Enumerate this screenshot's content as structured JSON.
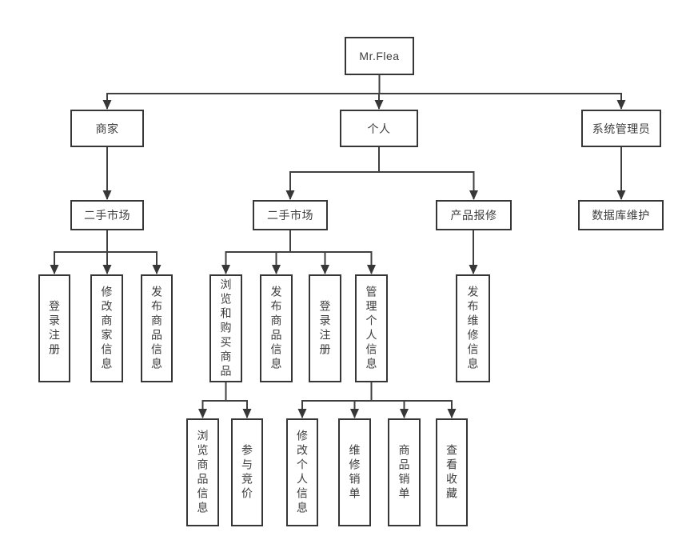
{
  "diagram": {
    "type": "tree",
    "background_color": "#ffffff",
    "line_color": "#404040",
    "box_border_color": "#363636",
    "text_color": "#3d3d3d",
    "root": {
      "label": "Mr.Flea",
      "children": [
        {
          "label": "商家",
          "children": [
            {
              "label": "二手市场",
              "children": [
                {
                  "label": "登录注册"
                },
                {
                  "label": "修改商家信息"
                },
                {
                  "label": "发布商品信息"
                }
              ]
            }
          ]
        },
        {
          "label": "个人",
          "children": [
            {
              "label": "二手市场",
              "children": [
                {
                  "label": "浏览和购买商品",
                  "children": [
                    {
                      "label": "浏览商品信息"
                    },
                    {
                      "label": "参与竞价"
                    }
                  ]
                },
                {
                  "label": "发布商品信息"
                },
                {
                  "label": "登录注册"
                },
                {
                  "label": "管理个人信息",
                  "children": [
                    {
                      "label": "修改个人信息"
                    },
                    {
                      "label": "维修销单"
                    },
                    {
                      "label": "商品销单"
                    },
                    {
                      "label": "查看收藏"
                    }
                  ]
                }
              ]
            },
            {
              "label": "产品报修",
              "children": [
                {
                  "label": "发布维修信息"
                }
              ]
            }
          ]
        },
        {
          "label": "系统管理员",
          "children": [
            {
              "label": "数据库维护"
            }
          ]
        }
      ]
    }
  }
}
